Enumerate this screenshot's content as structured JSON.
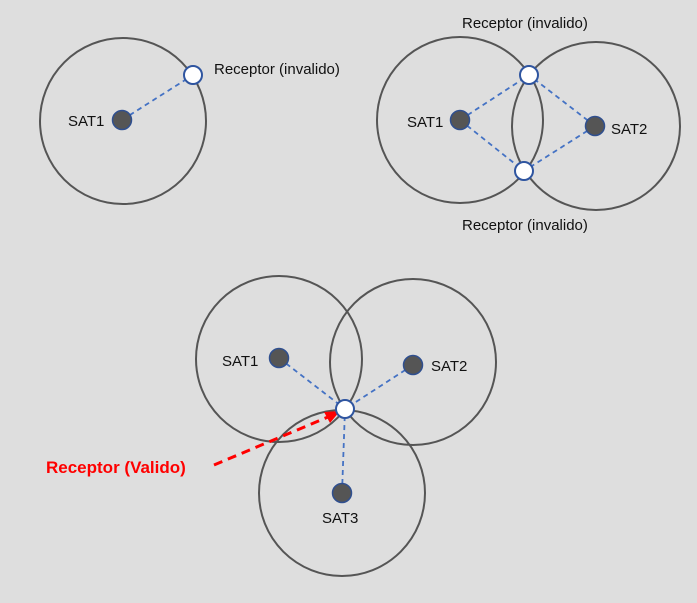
{
  "diagram_one": {
    "sat1": "SAT1",
    "receptor": "Receptor (invalido)"
  },
  "diagram_two": {
    "sat1": "SAT1",
    "sat2": "SAT2",
    "receptor_top": "Receptor (invalido)",
    "receptor_bottom": "Receptor (invalido)"
  },
  "diagram_three": {
    "sat1": "SAT1",
    "sat2": "SAT2",
    "sat3": "SAT3",
    "receptor": "Receptor (Valido)"
  },
  "colors": {
    "background": "#dedede",
    "link": "#4472c4",
    "valid": "#ff0000"
  }
}
